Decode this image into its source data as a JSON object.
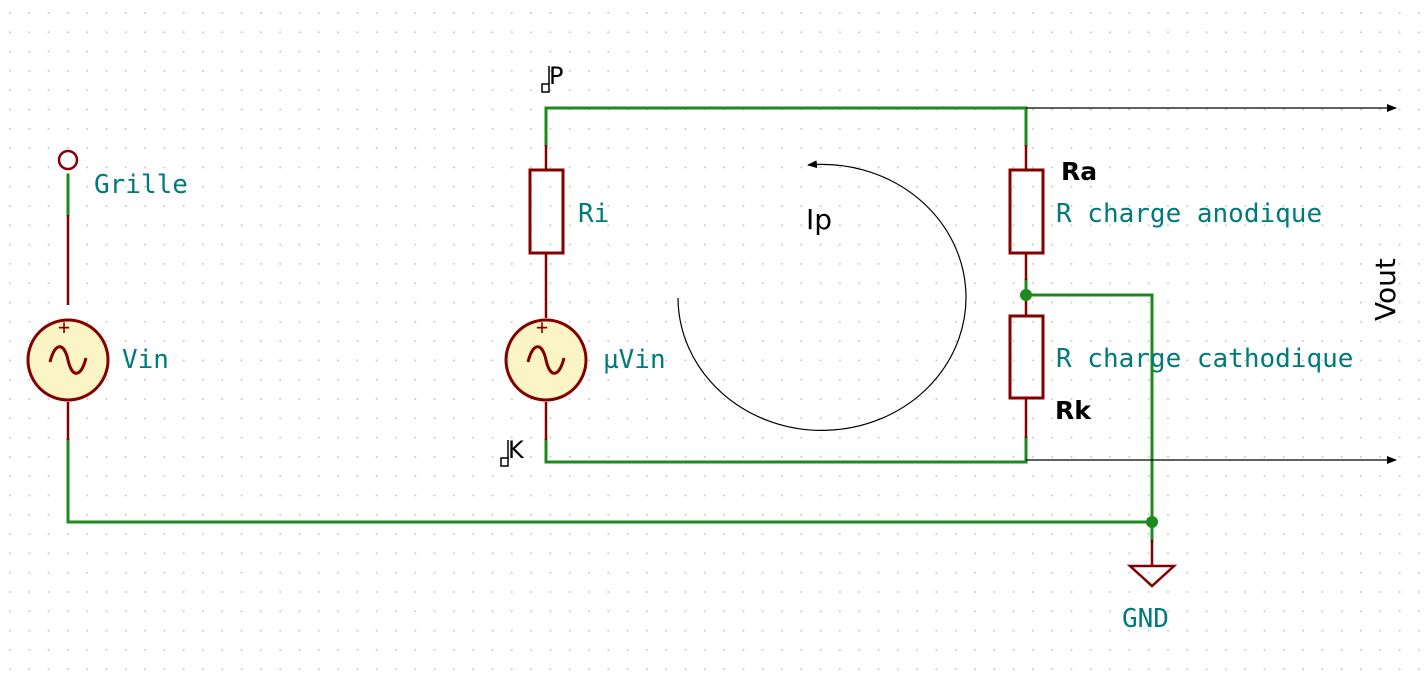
{
  "colors": {
    "wire": "#1e8a1e",
    "component": "#840000",
    "source_fill": "#fbf5c5",
    "net_label": "#007a7a",
    "annotation": "#000000",
    "grid_dot": "#c8c8c8",
    "background": "#ffffff"
  },
  "labels": {
    "grille": "Grille",
    "vin": "Vin",
    "ri": "Ri",
    "muvin": "µVin",
    "p": "P",
    "k": "K",
    "ip": "Ip",
    "ra": "Ra",
    "ra_desc": "R charge anodique",
    "rk": "Rk",
    "rk_desc": "R charge cathodique",
    "vout": "Vout",
    "gnd": "GND",
    "plus": "+"
  },
  "icons": {
    "source": "ac-voltage-source-icon",
    "resistor": "resistor-icon",
    "ground": "ground-icon",
    "connector": "open-connector-icon",
    "junction": "junction-dot-icon",
    "port": "port-flag-icon"
  }
}
